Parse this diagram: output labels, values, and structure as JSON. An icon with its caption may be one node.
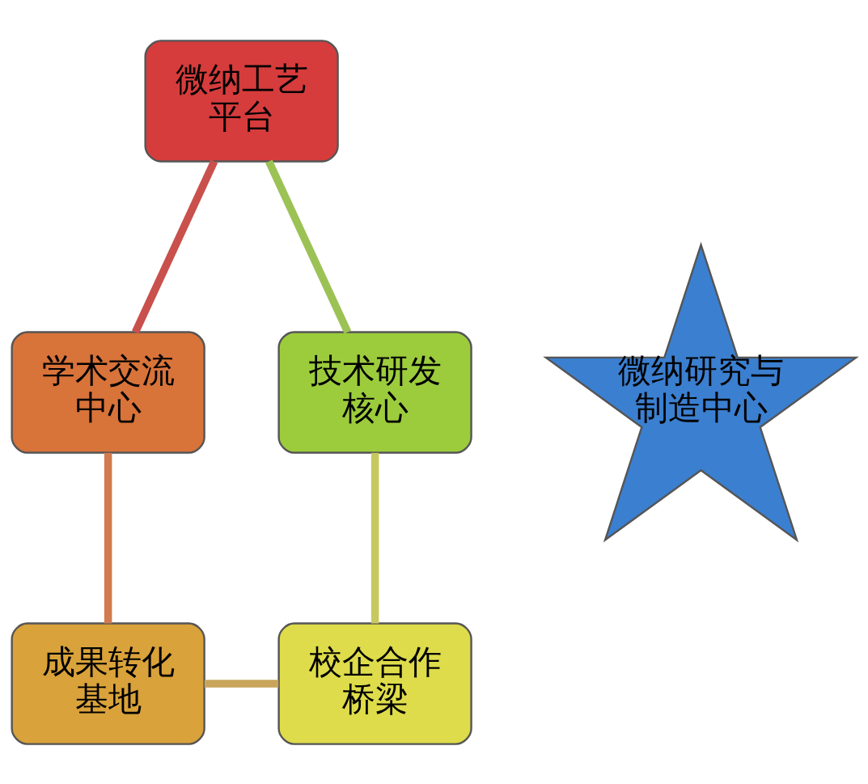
{
  "diagram": {
    "nodes": [
      {
        "text": [
          "微纳工艺平台"
        ]
      },
      {
        "text": [
          "学术交流中心"
        ]
      },
      {
        "text": [
          "成果转化基地"
        ]
      },
      {
        "text": [
          "校企合作桥梁"
        ]
      },
      {
        "text": [
          "技术研发核心"
        ]
      },
      {
        "text": [
          "微纳研究与制造中心"
        ]
      }
    ],
    "edges": [
      {
        "from": 0,
        "to": 1,
        "arrow": "none",
        "color": "#c9504c"
      },
      {
        "from": 1,
        "to": 2,
        "arrow": "none",
        "color": "#d27a50"
      },
      {
        "from": 2,
        "to": 3,
        "arrow": "none",
        "color": "#c8a55a"
      },
      {
        "from": 3,
        "to": 4,
        "arrow": "none",
        "color": "#c8c860"
      },
      {
        "from": 4,
        "to": 0,
        "arrow": "none",
        "color": "#9cc256"
      }
    ]
  }
}
